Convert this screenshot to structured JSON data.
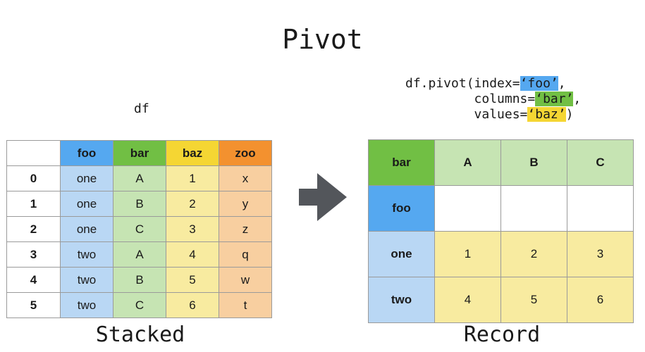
{
  "title": "Pivot",
  "df_label": "df",
  "code": {
    "line1_prefix": "df.pivot(index=",
    "index_value": "‘foo’",
    "line1_suffix": ",",
    "line2_prefix": "         columns=",
    "columns_value": "‘bar’",
    "line2_suffix": ",",
    "line3_prefix": "         values=",
    "values_value": "‘baz’",
    "line3_suffix": ")"
  },
  "stacked_table": {
    "columns": [
      "foo",
      "bar",
      "baz",
      "zoo"
    ],
    "rows": [
      {
        "index": "0",
        "foo": "one",
        "bar": "A",
        "baz": "1",
        "zoo": "x"
      },
      {
        "index": "1",
        "foo": "one",
        "bar": "B",
        "baz": "2",
        "zoo": "y"
      },
      {
        "index": "2",
        "foo": "one",
        "bar": "C",
        "baz": "3",
        "zoo": "z"
      },
      {
        "index": "3",
        "foo": "two",
        "bar": "A",
        "baz": "4",
        "zoo": "q"
      },
      {
        "index": "4",
        "foo": "two",
        "bar": "B",
        "baz": "5",
        "zoo": "w"
      },
      {
        "index": "5",
        "foo": "two",
        "bar": "C",
        "baz": "6",
        "zoo": "t"
      }
    ]
  },
  "record_table": {
    "corner": "bar",
    "columns": [
      "A",
      "B",
      "C"
    ],
    "index_name": "foo",
    "rows": [
      {
        "label": "one",
        "values": [
          "1",
          "2",
          "3"
        ]
      },
      {
        "label": "two",
        "values": [
          "4",
          "5",
          "6"
        ]
      }
    ]
  },
  "captions": {
    "left": "Stacked",
    "right": "Record"
  },
  "colors": {
    "foo": "#55a8f0",
    "bar": "#71bf44",
    "baz": "#f5d633",
    "zoo": "#f3912f",
    "arrow": "#53565b"
  },
  "arrow_icon": "right-arrow-icon"
}
